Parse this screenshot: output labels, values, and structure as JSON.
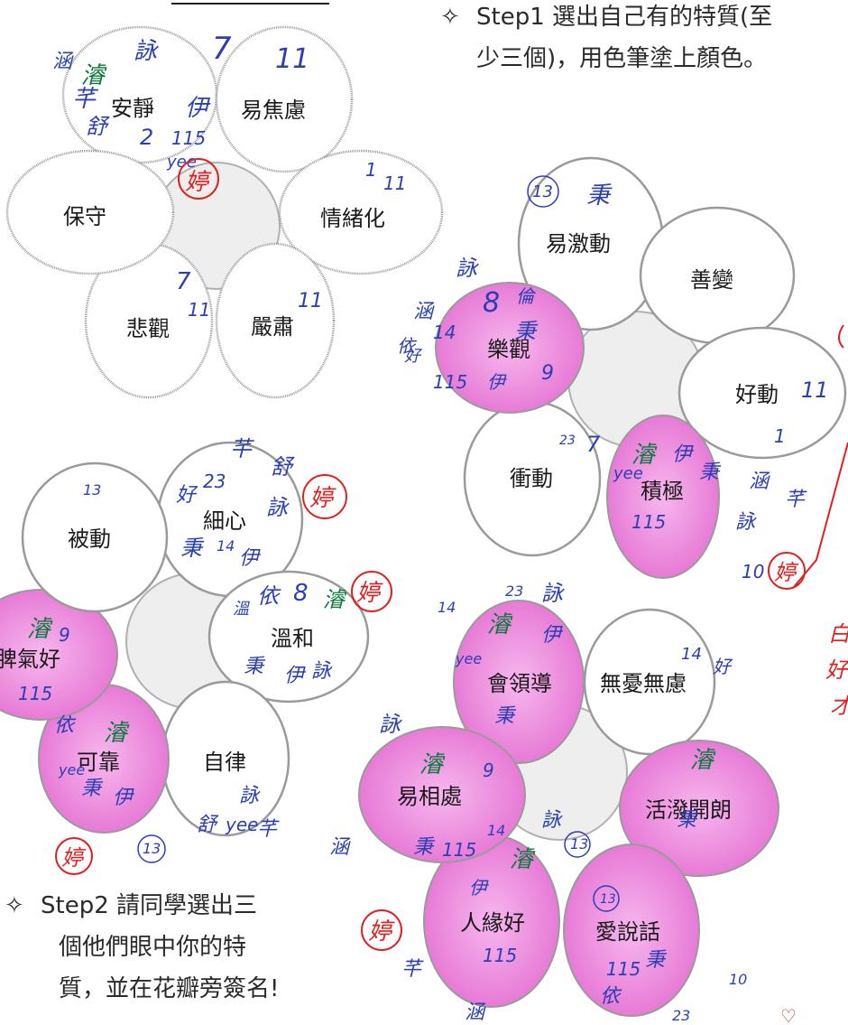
{
  "step1": {
    "bullet": "✧",
    "line1": "Step1 選出自己有的特質(至",
    "line2": "少三個)，用色筆塗上顏色。"
  },
  "step2": {
    "bullet": "✧",
    "line1": "Step2 請同學選出三",
    "line2": "個他們眼中你的特",
    "line3": "質，並在花瓣旁簽名!"
  },
  "flowers": [
    {
      "id": "flower-1",
      "petals": [
        "安靜",
        "易焦慮",
        "情緒化",
        "嚴肅",
        "悲觀",
        "保守"
      ],
      "highlighted": []
    },
    {
      "id": "flower-2",
      "petals": [
        "易激動",
        "善變",
        "好動",
        "積極",
        "衝動",
        "樂觀"
      ],
      "highlighted": [
        "積極",
        "樂觀"
      ]
    },
    {
      "id": "flower-3",
      "petals": [
        "細心",
        "溫和",
        "自律",
        "可靠",
        "脾氣好",
        "被動"
      ],
      "highlighted": [
        "可靠",
        "脾氣好"
      ]
    },
    {
      "id": "flower-4",
      "petals": [
        "會領導",
        "無憂無慮",
        "活潑開朗",
        "愛說話",
        "人緣好",
        "易相處"
      ],
      "highlighted": [
        "會領導",
        "活潑開朗",
        "愛說話",
        "人緣好",
        "易相處"
      ]
    }
  ],
  "handwriting": {
    "f1": [
      "涵",
      "濬",
      "詠",
      "7",
      "11",
      "芊",
      "伊",
      "舒",
      "2",
      "115",
      "yee",
      "婷",
      "1",
      "11",
      "7",
      "11",
      "11"
    ],
    "f2": [
      "13",
      "秉",
      "詠",
      "涵",
      "8",
      "倫",
      "依",
      "14",
      "秉",
      "115",
      "9",
      "好",
      "伊",
      "11",
      "1",
      "23",
      "7",
      "濬",
      "yee",
      "伊",
      "秉",
      "115",
      "涵",
      "芊",
      "詠",
      "10",
      "婷"
    ],
    "f3": [
      "13",
      "芊",
      "23",
      "舒",
      "好",
      "詠",
      "婷",
      "秉",
      "伊",
      "14",
      "依",
      "8",
      "濬",
      "溫",
      "秉",
      "伊",
      "詠",
      "婷",
      "濬",
      "9",
      "115",
      "依",
      "濬",
      "秉",
      "詠",
      "舒",
      "yee",
      "芊",
      "13",
      "婷",
      "yee",
      "伊"
    ],
    "f4": [
      "23",
      "詠",
      "14",
      "濬",
      "伊",
      "yee",
      "秉",
      "濬",
      "9",
      "詠",
      "14",
      "好",
      "濬",
      "秉",
      "115",
      "14",
      "詠",
      "涵",
      "秉",
      "13",
      "濬",
      "伊",
      "115",
      "13",
      "婷",
      "秉",
      "115",
      "芊",
      "依",
      "涵",
      "23",
      "10"
    ]
  },
  "colors": {
    "highlight": "#e26bd0",
    "highlight_fill": "#f0a6e6",
    "pen_blue": "#2b3fb5",
    "pen_red": "#e02020",
    "pen_green": "#0b7a3e",
    "petal_outline": "#9a9a9a"
  }
}
